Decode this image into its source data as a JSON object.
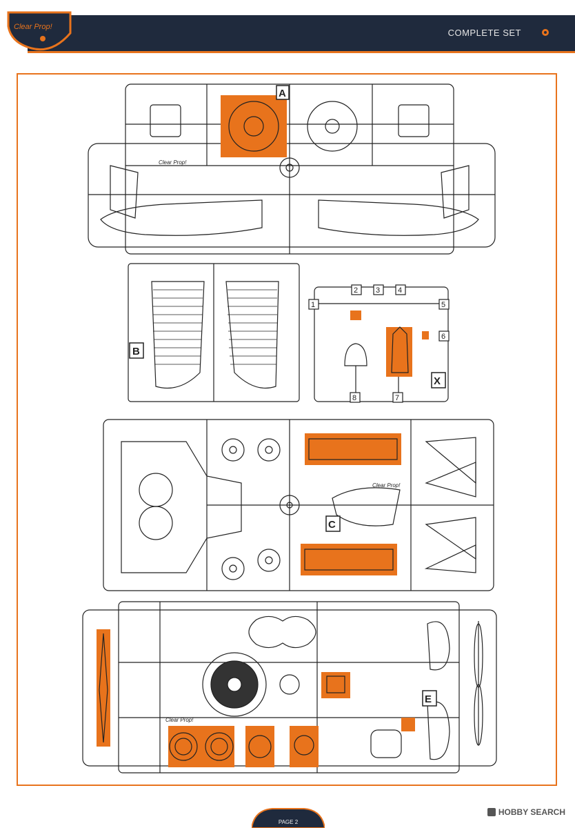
{
  "header": {
    "logo_text": "Clear Prop!",
    "section_title": "COMPLETE SET"
  },
  "sprues": [
    {
      "letter": "A"
    },
    {
      "letter": "B"
    },
    {
      "letter": "X",
      "part_numbers": [
        "1",
        "2",
        "3",
        "4",
        "5",
        "6",
        "7",
        "8"
      ]
    },
    {
      "letter": "C"
    },
    {
      "letter": "E"
    }
  ],
  "sprue_branding": "Clear Prop!",
  "footer": {
    "page_label": "PAGE 2",
    "watermark": "HOBBY SEARCH"
  },
  "colors": {
    "header_navy": "#1f2a3d",
    "accent_orange": "#e8731c"
  }
}
